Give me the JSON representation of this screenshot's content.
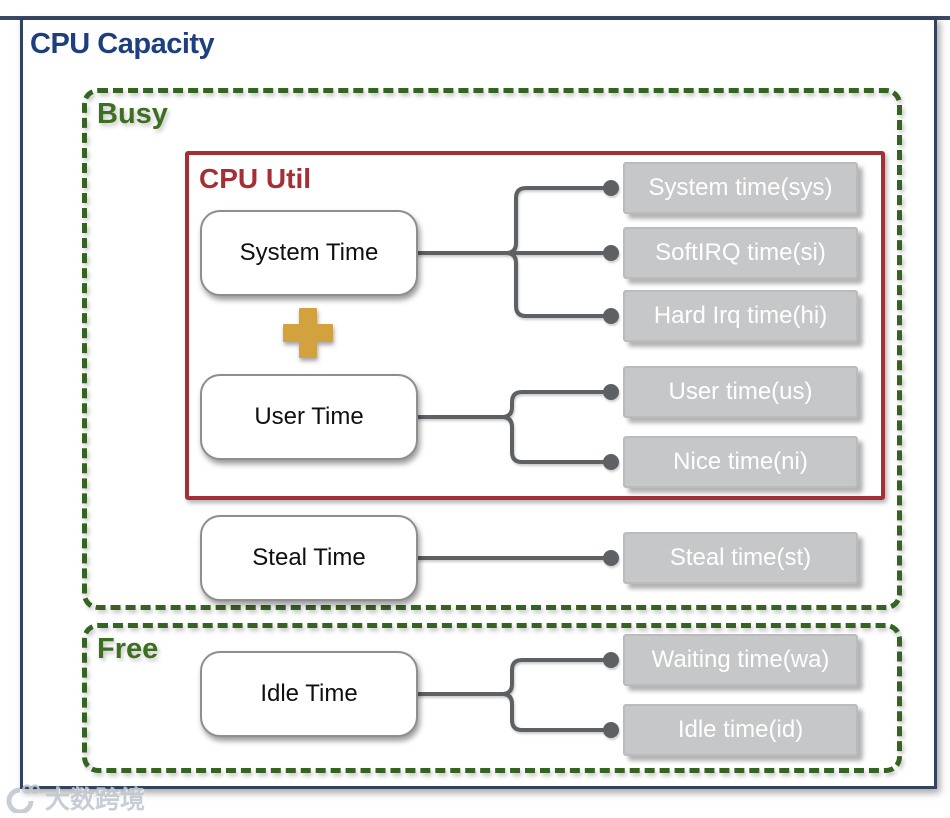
{
  "colors": {
    "title_blue": "#1e3f7d",
    "outer_border_navy": "#31435f",
    "group_label_green": "#3e6e22",
    "dashed_border_green": "#356321",
    "cpu_util_red": "#a42f34",
    "plus_gold": "#d2a23e",
    "connector_gray": "#5d6164",
    "leaf_fill_gray": "#c6c7c9",
    "leaf_text": "#ffffff",
    "node_text": "#0f0f0f"
  },
  "diagram": {
    "title": "CPU Capacity",
    "groups": {
      "busy": {
        "label": "Busy"
      },
      "free": {
        "label": "Free"
      },
      "cpu_util": {
        "label": "CPU Util"
      }
    },
    "nodes": {
      "system_time": {
        "label": "System Time"
      },
      "user_time": {
        "label": "User Time"
      },
      "steal_time": {
        "label": "Steal Time"
      },
      "idle_time": {
        "label": "Idle Time"
      }
    },
    "leaves": {
      "sys": {
        "label": "System time(sys)"
      },
      "si": {
        "label": "SoftIRQ time(si)"
      },
      "hi": {
        "label": "Hard Irq time(hi)"
      },
      "us": {
        "label": "User time(us)"
      },
      "ni": {
        "label": "Nice time(ni)"
      },
      "st": {
        "label": "Steal time(st)"
      },
      "wa": {
        "label": "Waiting time(wa)"
      },
      "id": {
        "label": "Idle time(id)"
      }
    },
    "icons": {
      "plus": "plus-icon",
      "watermark_logo": "brand-logo-icon"
    },
    "relations": [
      {
        "from": "System Time",
        "to": [
          "System time(sys)",
          "SoftIRQ time(si)",
          "Hard Irq time(hi)"
        ]
      },
      {
        "from": "User Time",
        "to": [
          "User time(us)",
          "Nice time(ni)"
        ]
      },
      {
        "from": "Steal Time",
        "to": [
          "Steal time(st)"
        ]
      },
      {
        "from": "Idle Time",
        "to": [
          "Waiting time(wa)",
          "Idle time(id)"
        ]
      }
    ]
  },
  "watermark": {
    "text": "大数跨境"
  }
}
